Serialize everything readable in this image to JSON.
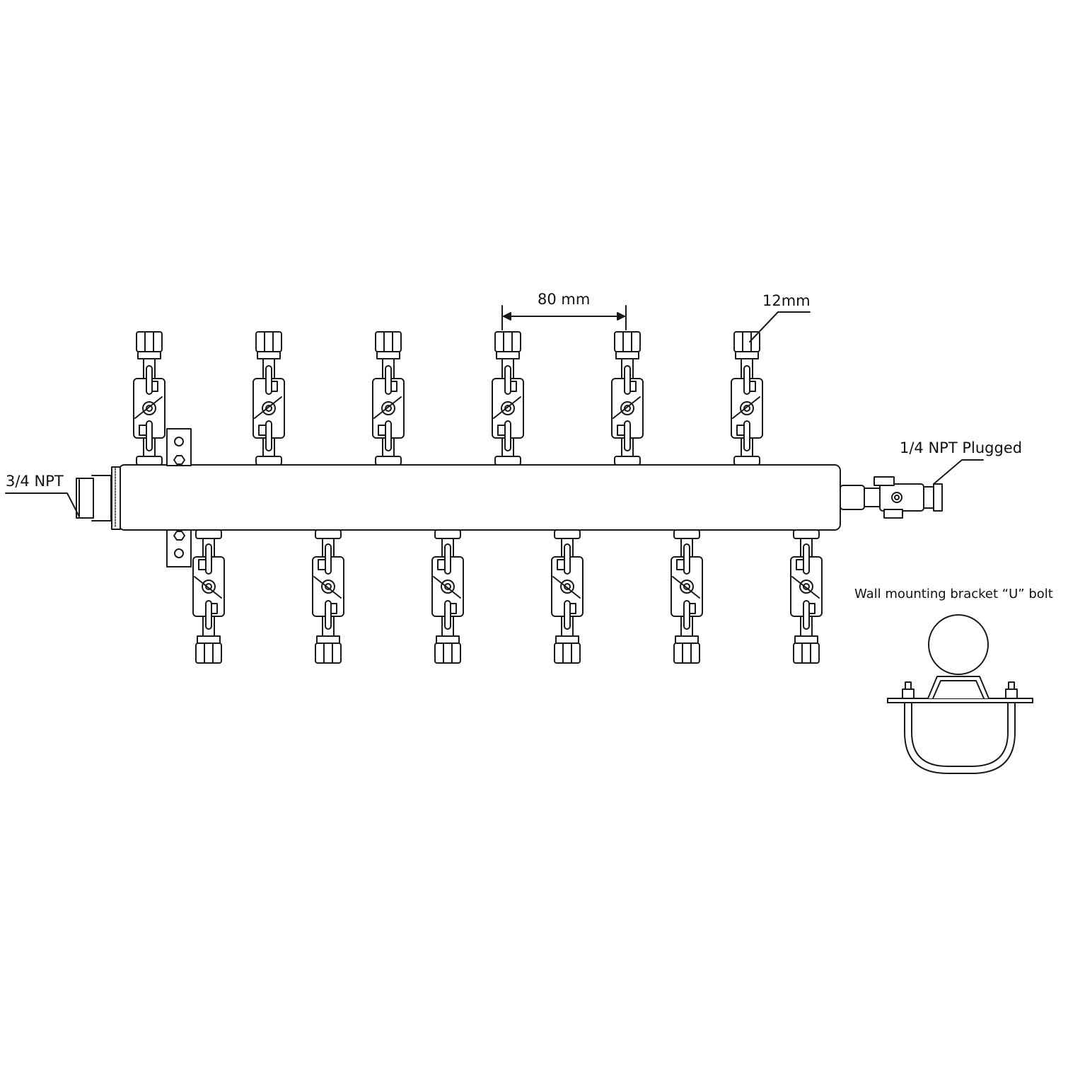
{
  "labels": {
    "inlet": "3/4 NPT",
    "plug": "1/4 NPT Plugged",
    "spacing": "80 mm",
    "tube": "12mm",
    "bracket": "Wall mounting bracket “U” bolt"
  },
  "valves": {
    "top_count": 6,
    "bottom_count": 6
  }
}
